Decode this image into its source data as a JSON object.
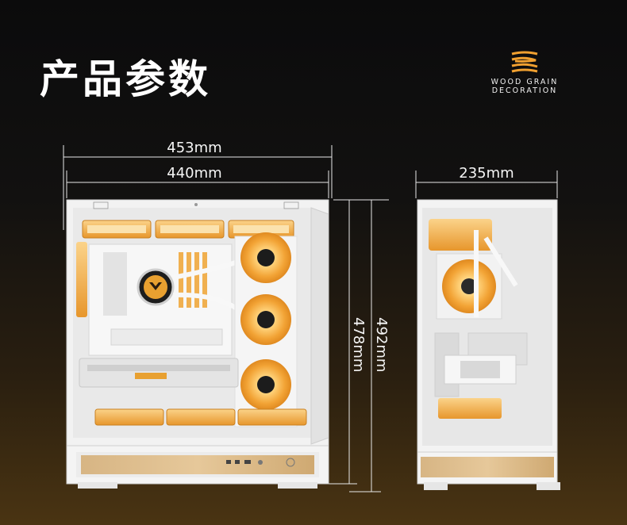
{
  "header": {
    "title": "产品参数",
    "brand_text": "WOOD GRAIN DECORATION",
    "brand_icon": "wood-grain-icon"
  },
  "dimensions": {
    "front_outer_width": "453mm",
    "front_inner_width": "440mm",
    "side_depth": "235mm",
    "inner_height": "478mm",
    "outer_height": "492mm"
  },
  "colors": {
    "accent": "#f0a030",
    "wood": "#d9b98a",
    "case_white": "#f4f4f4"
  }
}
